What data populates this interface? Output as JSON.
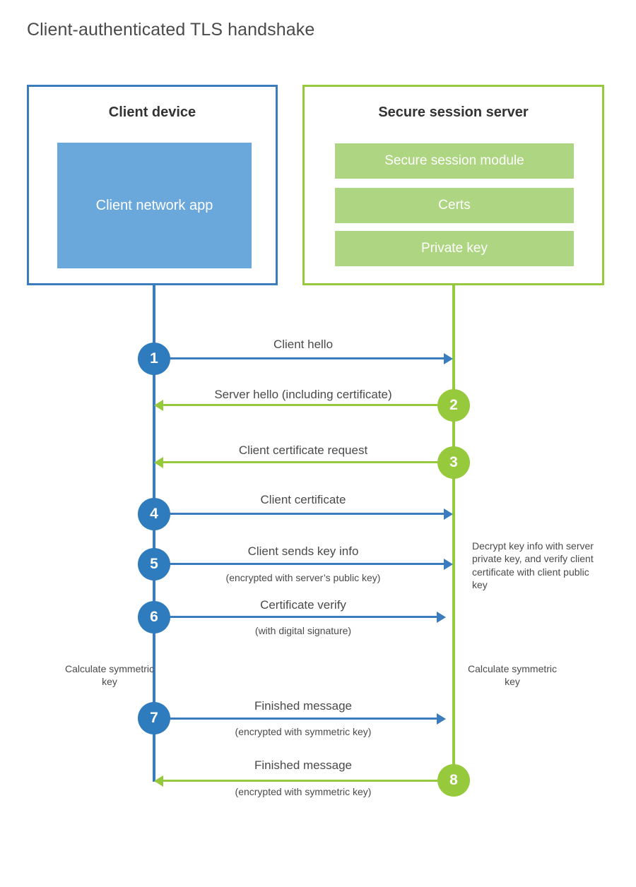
{
  "title": "Client-authenticated TLS handshake",
  "colors": {
    "client_blue": "#3a7cbe",
    "client_app_fill": "#6aa8dc",
    "server_green": "#97c93d",
    "server_module_fill": "#aed581",
    "step_blue": "#2e7cbe",
    "step_green": "#97c93d",
    "text": "#4a4a4a"
  },
  "parties": {
    "client": {
      "title": "Client device",
      "app_label": "Client network app"
    },
    "server": {
      "title": "Secure session server",
      "modules": [
        "Secure session module",
        "Certs",
        "Private key"
      ]
    }
  },
  "messages": [
    {
      "step": "1",
      "label": "Client hello",
      "sublabel": "",
      "direction": "client-to-server"
    },
    {
      "step": "2",
      "label": "Server hello (including certificate)",
      "sublabel": "",
      "direction": "server-to-client"
    },
    {
      "step": "3",
      "label": "Client certificate request",
      "sublabel": "",
      "direction": "server-to-client"
    },
    {
      "step": "4",
      "label": "Client certificate",
      "sublabel": "",
      "direction": "client-to-server"
    },
    {
      "step": "5",
      "label": "Client sends key info",
      "sublabel": "(encrypted with server’s public key)",
      "direction": "client-to-server"
    },
    {
      "step": "6",
      "label": "Certificate verify",
      "sublabel": "(with digital signature)",
      "direction": "client-to-server"
    },
    {
      "step": "7",
      "label": "Finished message",
      "sublabel": "(encrypted with symmetric key)",
      "direction": "client-to-server"
    },
    {
      "step": "8",
      "label": "Finished message",
      "sublabel": "(encrypted with symmetric key)",
      "direction": "server-to-client"
    }
  ],
  "annotations": {
    "server_decrypt": "Decrypt key info with server private key, and verify client certificate with client public key",
    "client_calculate": "Calculate symmetric key",
    "server_calculate": "Calculate symmetric key"
  }
}
